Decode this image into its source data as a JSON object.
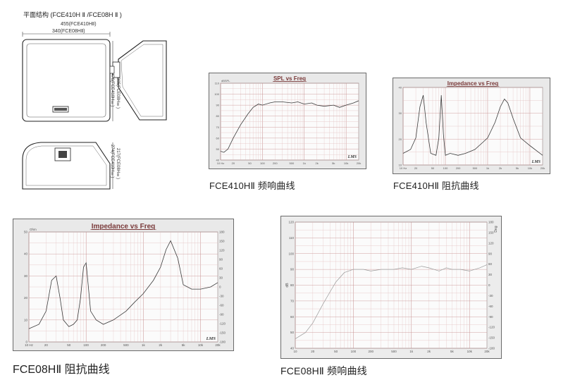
{
  "header": {
    "title": "平面结构 (FCE410H Ⅱ /FCE08H Ⅱ )"
  },
  "dimensions": {
    "width_a": "455(FCE410HⅡ)",
    "width_b": "340(FCE08HⅡ)",
    "height_a": "476(FCE410HⅡ)",
    "height_b": "385(FCE08HⅡ)",
    "depth_a": "274(FCE410HⅡ)",
    "depth_b": "217(FCE08HⅡ)"
  },
  "captions": {
    "chart1": "FCE410HⅡ 频响曲线",
    "chart2": "FCE410HⅡ 阻抗曲线",
    "chart3": "FCE08HⅡ 阻抗曲线",
    "chart4": "FCE08HⅡ 频响曲线"
  },
  "chart_data": [
    {
      "type": "line",
      "title": "SPL vs Freq",
      "y_unit": "dBSPL",
      "xscale": "log",
      "xlim": [
        10,
        20000
      ],
      "ylim": [
        40,
        110
      ],
      "x_ticks": [
        "10 Hz",
        "20",
        "50",
        "100",
        "200",
        "500",
        "1k",
        "2k",
        "5k",
        "10k",
        "20k"
      ],
      "y_ticks": [
        "110",
        "100",
        "90",
        "80",
        "70",
        "60",
        "50",
        "40"
      ],
      "series": [
        {
          "x": [
            10,
            12,
            15,
            20,
            30,
            45,
            60,
            80,
            100,
            150,
            200,
            300,
            500,
            700,
            1000,
            1500,
            2000,
            3000,
            5000,
            7000,
            10000,
            15000,
            20000
          ],
          "y": [
            48,
            47,
            50,
            60,
            72,
            82,
            88,
            91,
            90,
            92,
            93,
            93,
            92,
            93,
            91,
            92,
            90,
            89,
            90,
            88,
            90,
            92,
            94
          ]
        }
      ],
      "annotation": "LMS"
    },
    {
      "type": "line",
      "title": "Impedance vs Freq",
      "xscale": "log",
      "xlim": [
        10,
        20000
      ],
      "ylim": [
        0,
        40
      ],
      "x_ticks": [
        "10 Hz",
        "20",
        "50",
        "100",
        "200",
        "500",
        "1k",
        "2k",
        "5k",
        "10k",
        "20k"
      ],
      "y_ticks": [
        "40",
        "30",
        "20",
        "10"
      ],
      "series": [
        {
          "x": [
            10,
            15,
            20,
            25,
            30,
            35,
            45,
            60,
            70,
            80,
            90,
            100,
            130,
            200,
            300,
            500,
            800,
            1000,
            1500,
            2000,
            2500,
            3000,
            4000,
            6000,
            10000,
            20000
          ],
          "y": [
            6,
            8,
            14,
            30,
            36,
            22,
            6,
            5,
            14,
            36,
            16,
            5,
            6,
            5,
            6,
            8,
            12,
            14,
            22,
            30,
            34,
            32,
            24,
            14,
            10,
            5
          ]
        }
      ],
      "annotation": "LMS"
    },
    {
      "type": "line",
      "title": "Impedance vs Freq",
      "y_unit": "Ohm",
      "xscale": "log",
      "xlim": [
        10,
        20000
      ],
      "ylim": [
        0,
        50
      ],
      "x_ticks": [
        "10 Hz",
        "20",
        "50",
        "100",
        "200",
        "500",
        "1k",
        "2k",
        "5k",
        "10k",
        "20k"
      ],
      "y_ticks": [
        "50",
        "40",
        "30",
        "20",
        "10",
        "0"
      ],
      "y2_ticks": [
        "180",
        "150",
        "120",
        "90",
        "60",
        "30",
        "0",
        "-30",
        "-60",
        "-90",
        "-120",
        "-150",
        "-180"
      ],
      "series": [
        {
          "x": [
            10,
            15,
            20,
            25,
            30,
            35,
            40,
            50,
            60,
            70,
            80,
            90,
            100,
            120,
            150,
            200,
            300,
            500,
            700,
            1000,
            1500,
            2000,
            2500,
            3000,
            4000,
            5000,
            7000,
            10000,
            15000,
            20000
          ],
          "y": [
            6,
            8,
            14,
            28,
            30,
            20,
            10,
            7,
            8,
            10,
            20,
            34,
            36,
            14,
            10,
            8,
            10,
            14,
            18,
            22,
            28,
            34,
            42,
            46,
            38,
            26,
            24,
            24,
            25,
            27
          ]
        }
      ],
      "annotation": "LMS"
    },
    {
      "type": "line",
      "xscale": "log",
      "xlim": [
        10,
        20000
      ],
      "ylim": [
        40,
        120
      ],
      "x_ticks": [
        "10",
        "20",
        "50",
        "100",
        "200",
        "500",
        "1k",
        "2k",
        "5k",
        "10k",
        "20k"
      ],
      "y_ticks": [
        "120",
        "110",
        "100",
        "90",
        "80",
        "70",
        "60",
        "50",
        "40"
      ],
      "y2_ticks": [
        "180",
        "150",
        "120",
        "90",
        "60",
        "30",
        "0",
        "-30",
        "-60",
        "-90",
        "-120",
        "-150",
        "-180"
      ],
      "ylabel": "dB",
      "y2label": "Deg",
      "series": [
        {
          "x": [
            10,
            15,
            20,
            30,
            40,
            50,
            70,
            100,
            150,
            200,
            300,
            500,
            700,
            1000,
            1500,
            2000,
            3000,
            4000,
            5000,
            7000,
            10000,
            15000,
            20000
          ],
          "y": [
            46,
            50,
            56,
            68,
            76,
            82,
            88,
            90,
            90,
            89,
            90,
            90,
            91,
            90,
            92,
            91,
            89,
            91,
            90,
            90,
            89,
            91,
            93
          ]
        }
      ]
    }
  ]
}
